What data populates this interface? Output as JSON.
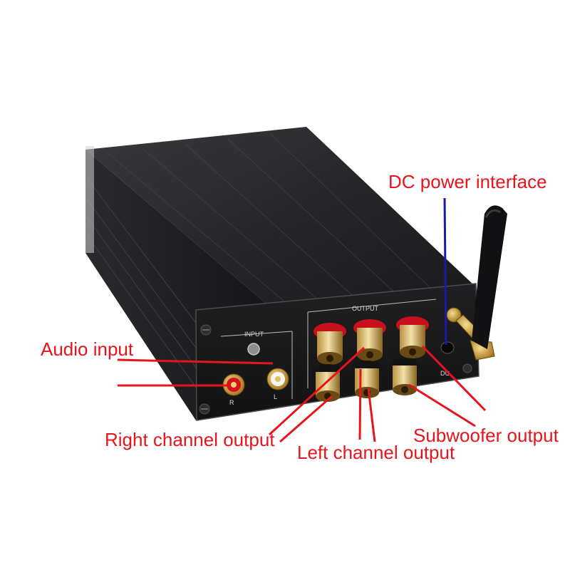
{
  "labels": {
    "dc_power": "DC power interface",
    "audio_input": "Audio input",
    "right_channel": "Right channel output",
    "left_channel": "Left channel output",
    "subwoofer": "Subwoofer output"
  },
  "panel": {
    "input": "INPUT",
    "output": "OUTPUT",
    "r": "R",
    "l": "L",
    "dc": "DC"
  },
  "colors": {
    "label_red": "#e8141c",
    "pointer_blue": "#1a1aa8",
    "chassis": "#1c1c1e",
    "terminal_red": "#c8101c",
    "terminal_black": "#141414",
    "gold": "#d4a640"
  },
  "icons": [
    "rca-jack-icon",
    "binding-post-icon",
    "antenna-icon",
    "screw-icon"
  ]
}
